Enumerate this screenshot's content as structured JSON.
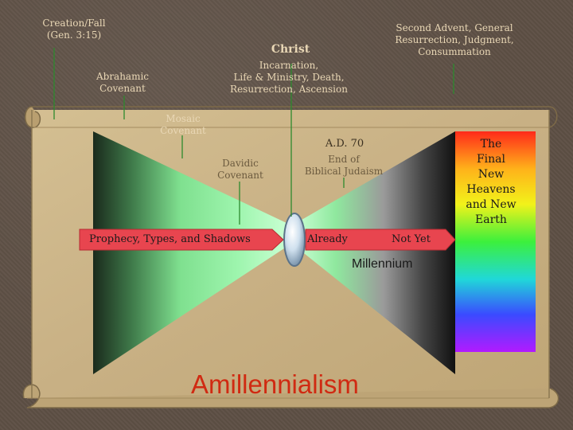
{
  "labels": {
    "creation": "Creation/Fall\n(Gen. 3:15)",
    "abrahamic": "Abrahamic\nCovenant",
    "mosaic": "Mosaic\nCovenant",
    "christ": "Christ",
    "incarnation": "Incarnation,\nLife & Ministry, Death,\nResurrection, Ascension",
    "davidic": "Davidic\nCovenant",
    "ad70": "A.D. 70",
    "end_judaism": "End of\nBiblical Judaism",
    "second_advent": "Second Advent, General\nResurrection, Judgment,\nConsummation"
  },
  "bar": {
    "prophecy": "Prophecy, Types, and Shadows",
    "already": "Already",
    "not_yet": "Not Yet"
  },
  "millennium": "Millennium",
  "final_state": "The\nFinal\nNew\nHeavens\nand New\nEarth",
  "title": "Amillennialism",
  "colors": {
    "scroll": "#c9b283",
    "arrow": "#e8454f",
    "title": "#d02a12",
    "label": "#e9d7b5",
    "green_light": "#8ff2a0",
    "green_dark": "#1d2b1e"
  }
}
